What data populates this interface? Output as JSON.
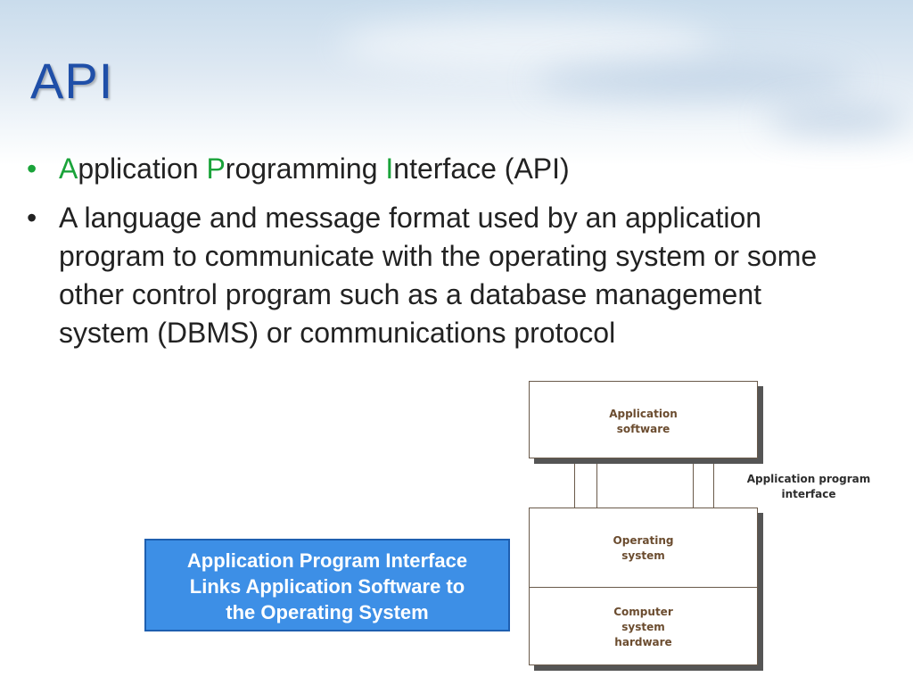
{
  "slide": {
    "title": "API",
    "bullets": [
      {
        "parts": [
          {
            "text": "A",
            "accent": true
          },
          {
            "text": "pplication ",
            "accent": false
          },
          {
            "text": "P",
            "accent": true
          },
          {
            "text": "rogramming ",
            "accent": false
          },
          {
            "text": "I",
            "accent": true
          },
          {
            "text": "nterface (API)",
            "accent": false
          }
        ]
      },
      {
        "text": "A language and message format used by an application program to communicate with the operating system or some other control program such as a database management system (DBMS) or communications protocol"
      }
    ],
    "callout": {
      "line1": "Application Program Interface",
      "line2": "Links Application Software to",
      "line3": "the Operating System"
    }
  },
  "diagram": {
    "app_software": {
      "line1": "Application",
      "line2": "software"
    },
    "api_label": {
      "line1": "Application program",
      "line2": "interface"
    },
    "operating_system": {
      "line1": "Operating",
      "line2": "system"
    },
    "hardware": {
      "line1": "Computer",
      "line2": "system",
      "line3": "hardware"
    }
  },
  "colors": {
    "title": "#1f4fa8",
    "accent": "#1aa33a",
    "callout_bg": "#3d8fe6",
    "diagram_text": "#6b4c2f"
  }
}
